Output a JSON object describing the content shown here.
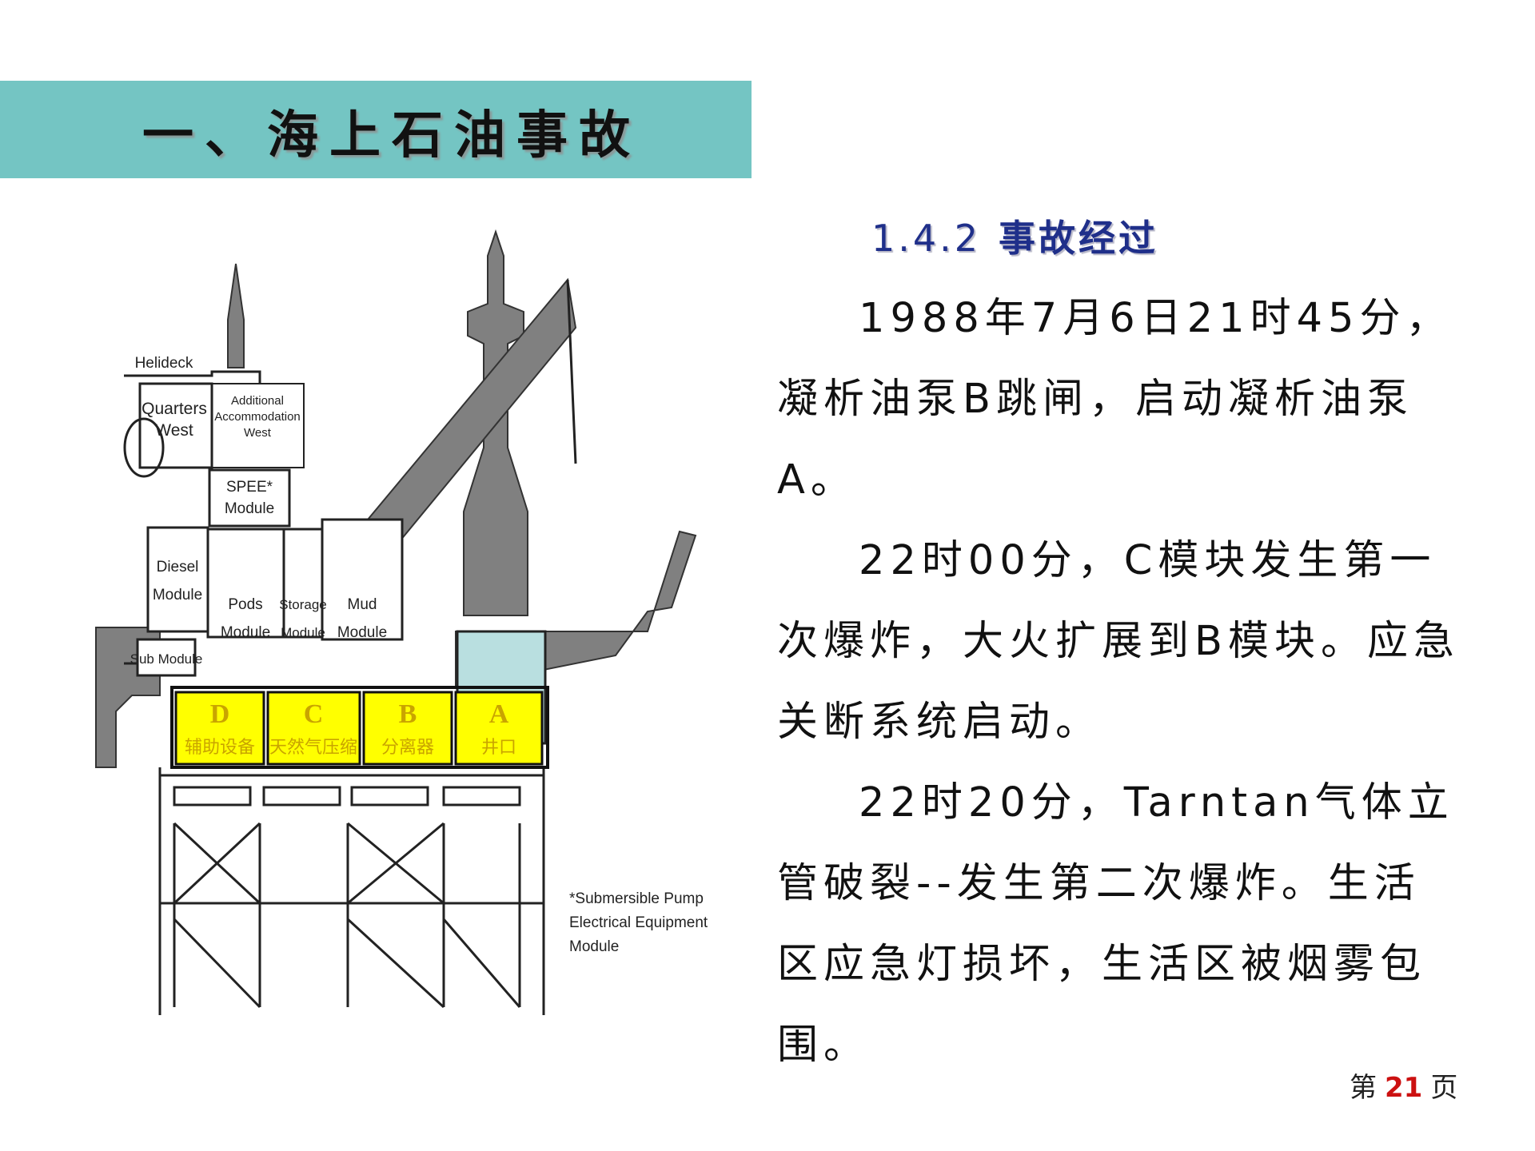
{
  "header": {
    "title": "一、海上石油事故"
  },
  "section": {
    "number": "1.4.2",
    "title": "事故经过"
  },
  "paragraphs": [
    "1988年7月6日21时45分，凝析油泵B跳闸，启动凝析油泵A。",
    "22时00分，C模块发生第一次爆炸，大火扩展到B模块。应急关断系统启动。",
    "22时20分，Tarntan气体立管破裂--发生第二次爆炸。生活区应急灯损坏，生活区被烟雾包围。"
  ],
  "diagram": {
    "labels": {
      "helideck": "Helideck",
      "quarters_line1": "Quarters",
      "quarters_line2": "West",
      "additional_line1": "Additional",
      "additional_line2": "Accommodation",
      "additional_line3": "West",
      "spee_line1": "SPEE*",
      "spee_line2": "Module",
      "diesel_line1": "Diesel",
      "diesel_line2": "Module",
      "pods_line1": "Pods",
      "pods_line2": "Module",
      "storage_line1": "Storage",
      "storage_line2": "Module",
      "mud_line1": "Mud",
      "mud_line2": "Module",
      "sub_module": "Sub Module",
      "footnote_line1": "*Submersible Pump",
      "footnote_line2": "Electrical Equipment",
      "footnote_line3": "Module"
    },
    "modules": [
      {
        "letter": "D",
        "name": "辅助设备"
      },
      {
        "letter": "C",
        "name": "天然气压缩"
      },
      {
        "letter": "B",
        "name": "分离器"
      },
      {
        "letter": "A",
        "name": "井口"
      }
    ],
    "colors": {
      "module_fill": "#ffff00",
      "wellhead_box": "#b9dfe0",
      "structure": "#808080"
    }
  },
  "footer": {
    "page_prefix": "第",
    "page_number": "21",
    "page_suffix": "页"
  }
}
